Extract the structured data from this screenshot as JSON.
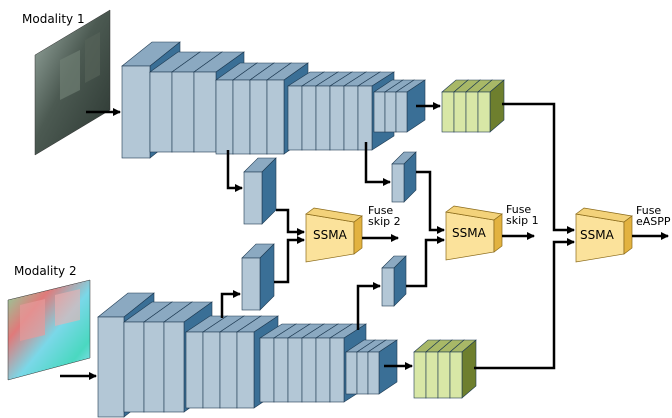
{
  "colors": {
    "block_front": "#b3c7d6",
    "block_side": "#3a6f96",
    "block_top": "#8ba9c1",
    "decoder_front": "#d8e7a6",
    "decoder_side": "#6e7f2e",
    "decoder_top": "#a8b867",
    "ssma_front": "#fbe29b",
    "ssma_side": "#e2b240",
    "edge": "#000000"
  },
  "labels": {
    "modality1": "Modality 1",
    "modality2": "Modality 2"
  },
  "ssma_nodes": [
    {
      "label": "SSMA",
      "fuse_line1": "Fuse",
      "fuse_line2": "skip 2"
    },
    {
      "label": "SSMA",
      "fuse_line1": "Fuse",
      "fuse_line2": "skip 1"
    },
    {
      "label": "SSMA",
      "fuse_line1": "Fuse",
      "fuse_line2": "eASPP"
    }
  ]
}
